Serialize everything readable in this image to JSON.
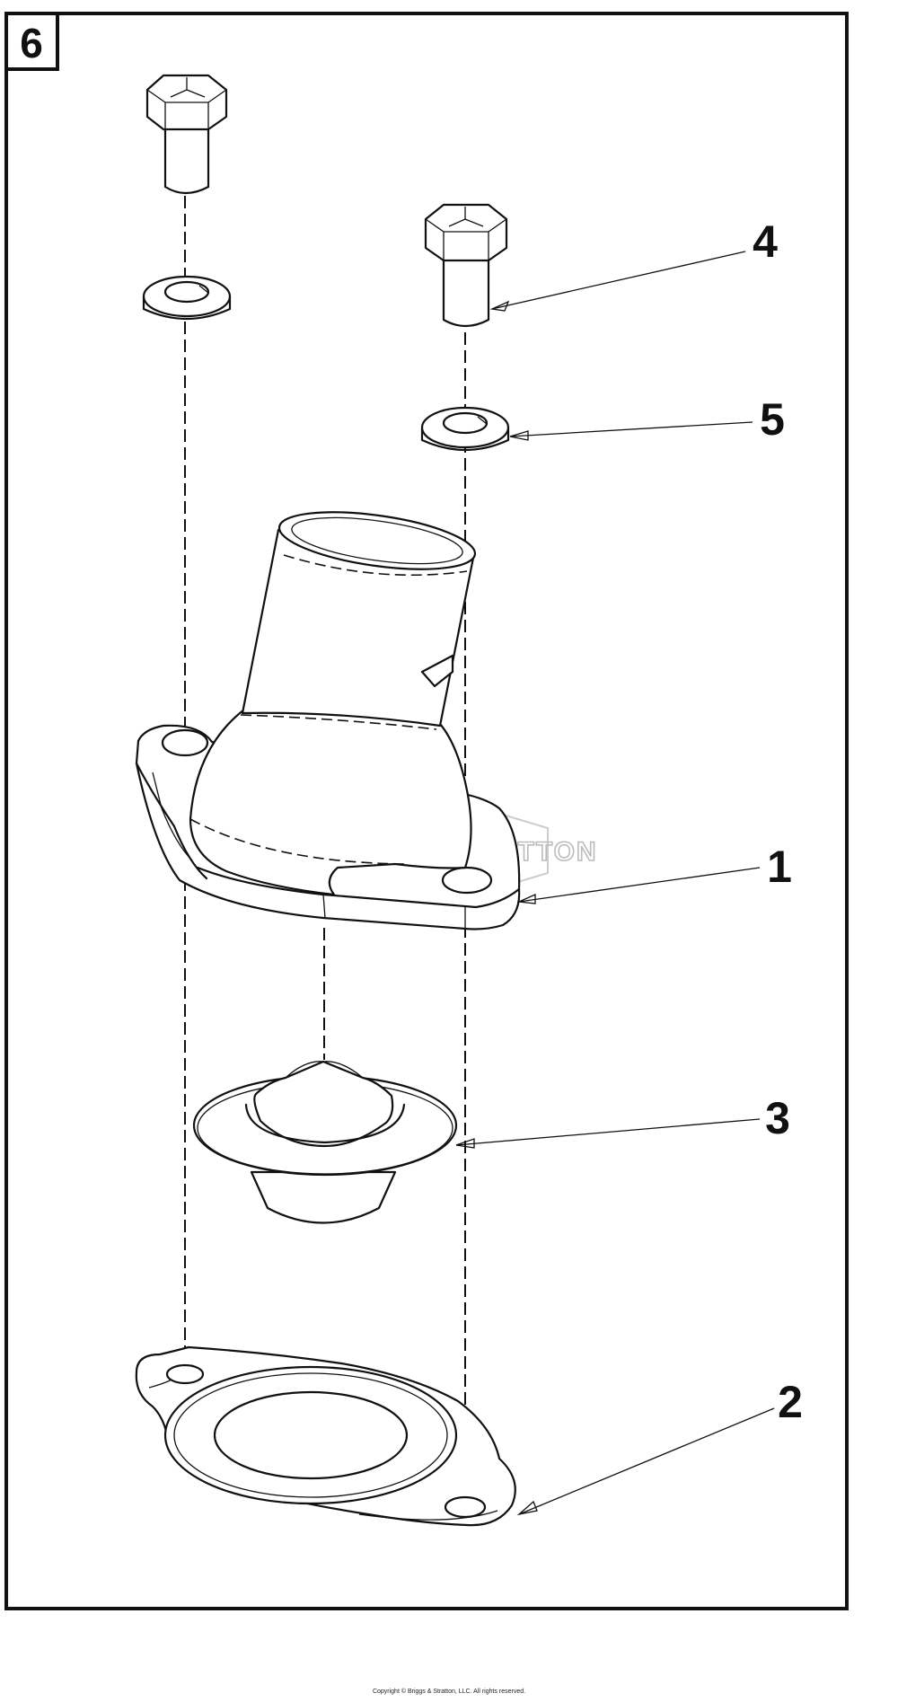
{
  "figure_number": "6",
  "callouts": [
    {
      "id": "4",
      "label": "4"
    },
    {
      "id": "5",
      "label": "5"
    },
    {
      "id": "1",
      "label": "1"
    },
    {
      "id": "3",
      "label": "3"
    },
    {
      "id": "2",
      "label": "2"
    }
  ],
  "watermark": "BRIGGS & STRATTON",
  "copyright": "Copyright © Briggs & Stratton, LLC. All rights reserved."
}
